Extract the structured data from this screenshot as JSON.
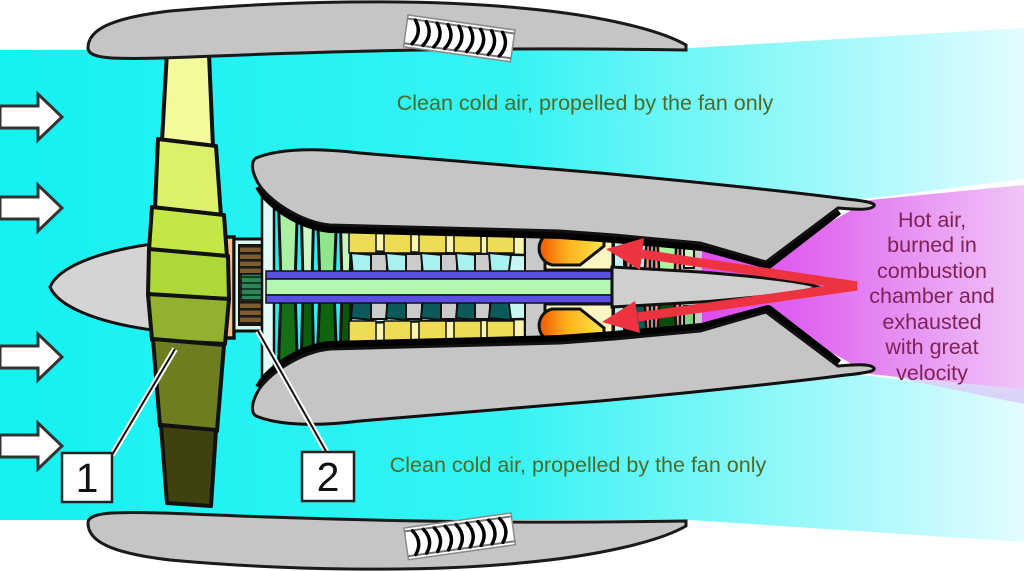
{
  "labels": {
    "cold_air_top": "Clean cold air, propelled by the fan only",
    "cold_air_bottom": "Clean cold air, propelled by the fan only",
    "hot_air_lines": [
      "Hot air,",
      "burned in",
      "combustion",
      "chamber and",
      "exhausted",
      "with great",
      "velocity"
    ]
  },
  "callouts": [
    {
      "number": "1"
    },
    {
      "number": "2"
    }
  ],
  "colors": {
    "cold_air": "#14F1F1",
    "cold_air_fade": "#E2FCFF",
    "hot_air": "#DB39EC",
    "hot_air_fade": "#F0C5F7",
    "cold_label_text": "#4C6B2B",
    "hot_label_text": "#7E2257",
    "arrow_red": "#EE3340",
    "nacelle_gray": "#C5C5C5",
    "flame_orange": "#F25800",
    "flame_yellow": "#FFE44E"
  },
  "icons": {
    "intake_arrow": "intake-arrow",
    "corrugation": "corrugation-band-icon"
  }
}
